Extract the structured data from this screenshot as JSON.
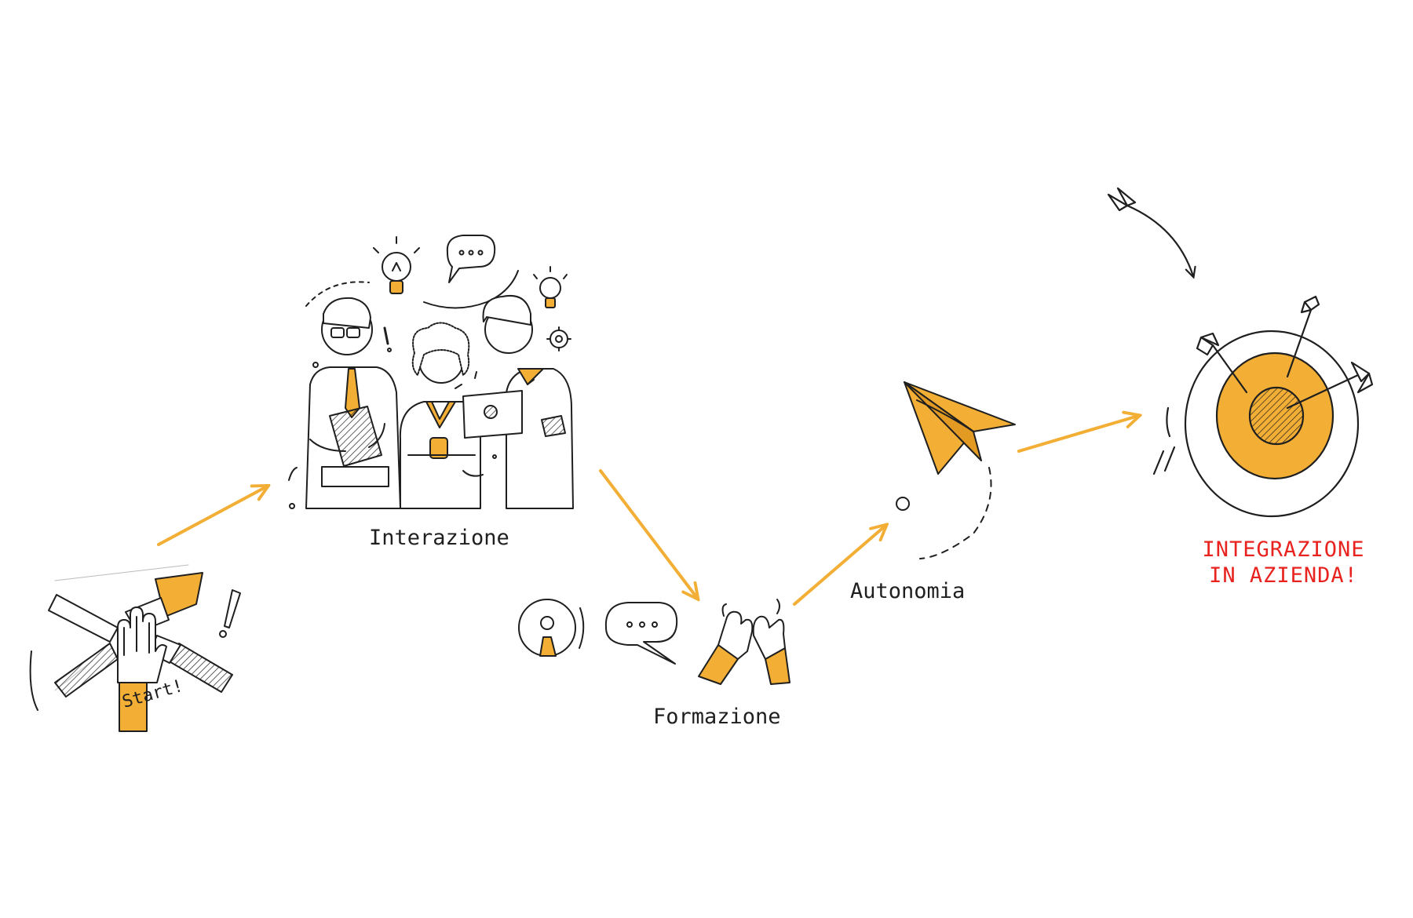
{
  "colors": {
    "accent": "#f2ae35",
    "ink": "#1f1f1f",
    "goal": "#e8231f"
  },
  "steps": [
    {
      "id": "start",
      "label": "Start!"
    },
    {
      "id": "interazione",
      "label": "Interazione"
    },
    {
      "id": "formazione",
      "label": "Formazione"
    },
    {
      "id": "autonomia",
      "label": "Autonomia"
    }
  ],
  "goal": {
    "line1": "INTEGRAZIONE",
    "line2": "IN AZIENDA!"
  },
  "icons": [
    "stacked-hands-icon",
    "team-people-icon",
    "lightbulb-icon",
    "chat-bubble-icon",
    "gear-icon",
    "person-avatar-icon",
    "high-five-icon",
    "paper-plane-icon",
    "target-icon",
    "arrow-icon",
    "exclamation-icon"
  ]
}
